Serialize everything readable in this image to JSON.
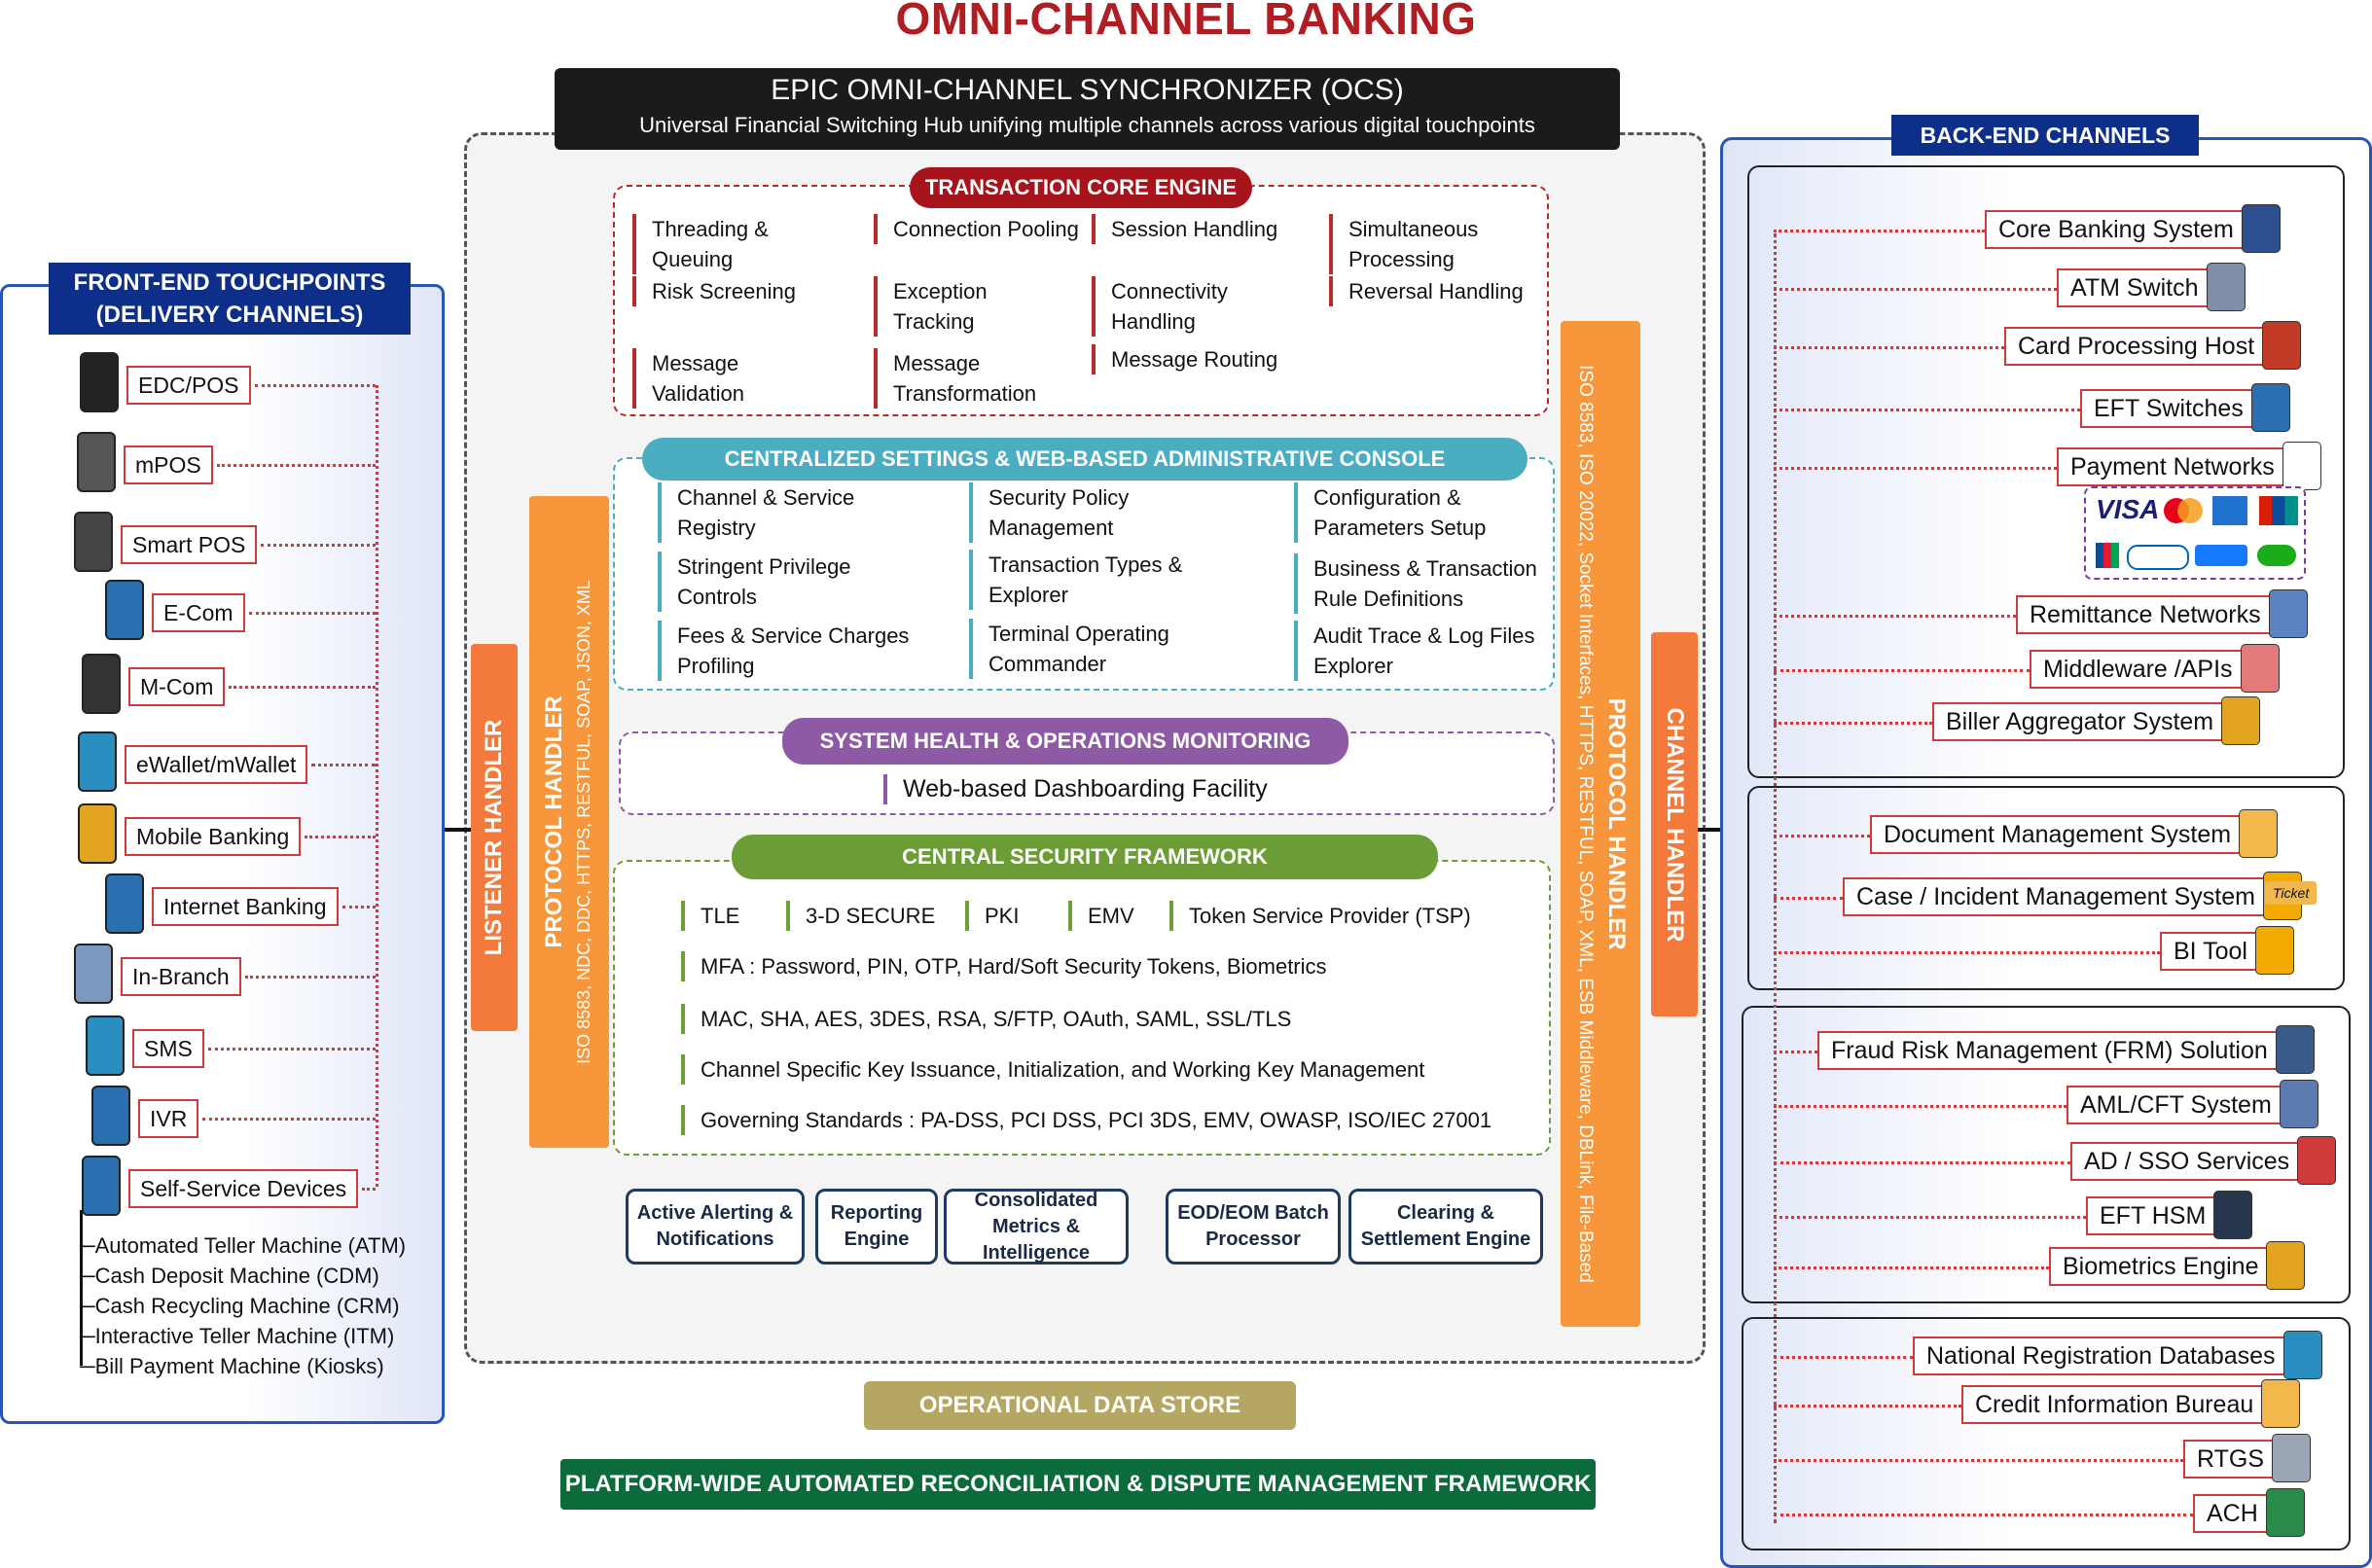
{
  "title": "OMNI-CHANNEL BANKING",
  "ocs": {
    "title": "EPIC OMNI-CHANNEL SYNCHRONIZER (OCS)",
    "subtitle": "Universal Financial Switching Hub unifying multiple channels across various digital touchpoints"
  },
  "colors": {
    "core_red": "#a8141c",
    "settings_teal": "#4aaec0",
    "monitor_purple": "#8e5aa6",
    "security_green": "#6c9d36",
    "handler_orange": "#f47a3c",
    "protocol_orange": "#f7963a",
    "navy": "#0d2f8a"
  },
  "transaction_core": {
    "title": "TRANSACTION CORE ENGINE",
    "items": [
      "Threading & Queuing",
      "Connection Pooling",
      "Session Handling",
      "Simultaneous Processing",
      "Risk Screening",
      "Exception Tracking",
      "Connectivity Handling",
      "Reversal Handling",
      "Message Validation",
      "Message Transformation",
      "Message Routing"
    ]
  },
  "settings": {
    "title": "CENTRALIZED SETTINGS & WEB-BASED ADMINISTRATIVE CONSOLE",
    "items": [
      "Channel & Service Registry",
      "Security Policy Management",
      "Configuration & Parameters Setup",
      "Stringent Privilege Controls",
      "Transaction Types & Explorer",
      "Business & Transaction Rule Definitions",
      "Fees & Service Charges Profiling",
      "Terminal Operating Commander",
      "Audit Trace & Log Files Explorer"
    ]
  },
  "monitoring": {
    "title": "SYSTEM HEALTH & OPERATIONS MONITORING",
    "item": "Web-based Dashboarding Facility"
  },
  "security": {
    "title": "CENTRAL SECURITY FRAMEWORK",
    "row1": [
      "TLE",
      "3-D SECURE",
      "PKI",
      "EMV",
      "Token Service Provider (TSP)"
    ],
    "lines": [
      "MFA : Password, PIN, OTP, Hard/Soft Security Tokens, Biometrics",
      "MAC, SHA, AES, 3DES, RSA, S/FTP, OAuth, SAML, SSL/TLS",
      "Channel Specific Key Issuance, Initialization, and Working Key Management",
      "Governing Standards : PA-DSS, PCI DSS, PCI 3DS, EMV, OWASP, ISO/IEC 27001"
    ]
  },
  "modules": [
    "Active Alerting & Notifications",
    "Reporting Engine",
    "Consolidated Metrics & Intelligence",
    "EOD/EOM Batch Processor",
    "Clearing & Settlement Engine"
  ],
  "listener_handler": "LISTENER HANDLER",
  "protocol_left": {
    "title": "PROTOCOL HANDLER",
    "sub": "ISO 8583, NDC, DDC, HTTPS, RESTFUL, SOAP, JSON, XML"
  },
  "protocol_right": {
    "title": "PROTOCOL HANDLER",
    "sub": "ISO 8583, ISO 20022, Socket Interfaces, HTTPS, RESTFUL, SOAP, XML, ESB Middleware, DBLink, File-Based"
  },
  "channel_handler": "CHANNEL HANDLER",
  "ods": "OPERATIONAL DATA STORE",
  "recon": "PLATFORM-WIDE AUTOMATED RECONCILIATION & DISPUTE MANAGEMENT FRAMEWORK",
  "frontend": {
    "title_1": "FRONT-END TOUCHPOINTS",
    "title_2": "(DELIVERY CHANNELS)",
    "items": [
      "EDC/POS",
      "mPOS",
      "Smart POS",
      "E-Com",
      "M-Com",
      "eWallet/mWallet",
      "Mobile Banking",
      "Internet Banking",
      "In-Branch",
      "SMS",
      "IVR",
      "Self-Service Devices"
    ],
    "self_service": [
      "Automated Teller Machine (ATM)",
      "Cash Deposit Machine (CDM)",
      "Cash Recycling Machine (CRM)",
      "Interactive Teller Machine (ITM)",
      "Bill Payment Machine (Kiosks)"
    ]
  },
  "backend": {
    "title": "BACK-END CHANNELS",
    "group1": [
      "Core Banking System",
      "ATM Switch",
      "Card Processing Host",
      "EFT Switches",
      "Payment Networks",
      "Remittance Networks",
      "Middleware /APIs",
      "Biller Aggregator System"
    ],
    "group2": [
      "Document Management System",
      "Case / Incident Management System",
      "BI Tool"
    ],
    "group3": [
      "Fraud Risk Management (FRM) Solution",
      "AML/CFT System",
      "AD / SSO Services",
      "EFT HSM",
      "Biometrics Engine"
    ],
    "group4": [
      "National Registration Databases",
      "Credit Information Bureau",
      "RTGS",
      "ACH"
    ],
    "payment_logos": [
      "VISA"
    ],
    "ticket": "Ticket"
  }
}
